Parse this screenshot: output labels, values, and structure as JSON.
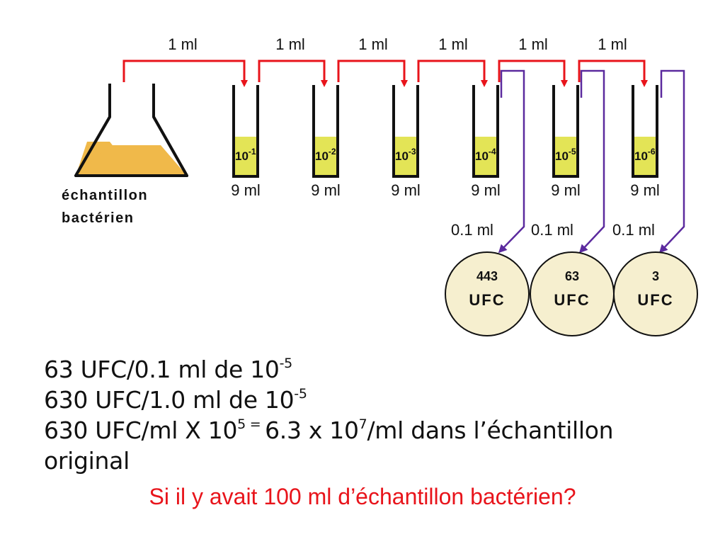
{
  "diagram": {
    "transfer_label": "1 ml",
    "transfers": [
      "1 ml",
      "1 ml",
      "1 ml",
      "1 ml",
      "1 ml",
      "1 ml"
    ],
    "flask_label_line1": "échantillon",
    "flask_label_line2": "bactérien",
    "tubes": [
      {
        "base": "10",
        "exp": "-1",
        "volume": "9 ml"
      },
      {
        "base": "10",
        "exp": "-2",
        "volume": "9 ml"
      },
      {
        "base": "10",
        "exp": "-3",
        "volume": "9 ml"
      },
      {
        "base": "10",
        "exp": "-4",
        "volume": "9 ml"
      },
      {
        "base": "10",
        "exp": "-5",
        "volume": "9 ml"
      },
      {
        "base": "10",
        "exp": "-6",
        "volume": "9 ml"
      }
    ],
    "plating_volumes": [
      "0.1 ml",
      "0.1 ml",
      "0.1 ml"
    ],
    "plates": [
      {
        "count": "443",
        "unit": "UFC"
      },
      {
        "count": "63",
        "unit": "UFC"
      },
      {
        "count": "3",
        "unit": "UFC"
      }
    ],
    "colors": {
      "transfer_arrow": "#e8141b",
      "plating_arrow": "#5b2a9e",
      "liquid": "#e3e456",
      "flask_liquid": "#f0b94a",
      "plate_fill": "#f6efcf"
    }
  },
  "calculation": {
    "line1": {
      "text": "63 UFC/0.1 ml de 10",
      "exp": "-5"
    },
    "line2": {
      "text": "630 UFC/1.0 ml de 10",
      "exp": "-5"
    },
    "line3": {
      "a": "630 UFC/ml X 10",
      "exp_a": "5",
      "eq": " = ",
      "b": "6.3 x 10",
      "exp_b": "7",
      "c": "/ml dans l’échantillon"
    },
    "line4": "original"
  },
  "question": "Si il y avait 100 ml d’échantillon bactérien?"
}
